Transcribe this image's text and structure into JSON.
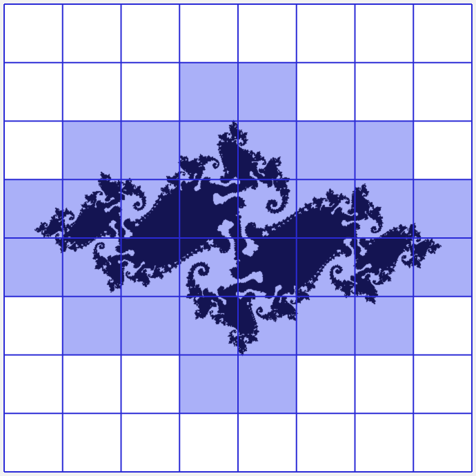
{
  "window": {
    "background": "#f2f2f2"
  },
  "grid": {
    "columns": 8,
    "rows": 8,
    "line_color": "#2a2ad6",
    "cell_color_plain": "#ffffff",
    "cell_color_highlight": "#aab0f8",
    "highlighted_cells": [
      [
        1,
        3
      ],
      [
        1,
        4
      ],
      [
        2,
        1
      ],
      [
        2,
        2
      ],
      [
        2,
        3
      ],
      [
        2,
        4
      ],
      [
        2,
        5
      ],
      [
        2,
        6
      ],
      [
        3,
        0
      ],
      [
        3,
        1
      ],
      [
        3,
        2
      ],
      [
        3,
        3
      ],
      [
        3,
        4
      ],
      [
        3,
        5
      ],
      [
        3,
        6
      ],
      [
        3,
        7
      ],
      [
        4,
        0
      ],
      [
        4,
        1
      ],
      [
        4,
        2
      ],
      [
        4,
        3
      ],
      [
        4,
        4
      ],
      [
        4,
        5
      ],
      [
        4,
        6
      ],
      [
        4,
        7
      ],
      [
        5,
        1
      ],
      [
        5,
        2
      ],
      [
        5,
        3
      ],
      [
        5,
        4
      ],
      [
        5,
        5
      ],
      [
        5,
        6
      ],
      [
        6,
        3
      ],
      [
        6,
        4
      ]
    ]
  },
  "fractal": {
    "type": "julia-set",
    "c_re": -0.74543,
    "c_im": 0.11301,
    "re_range": [
      -1.72,
      1.72
    ],
    "im_range": [
      -1.72,
      1.72
    ],
    "color": "#141452"
  }
}
